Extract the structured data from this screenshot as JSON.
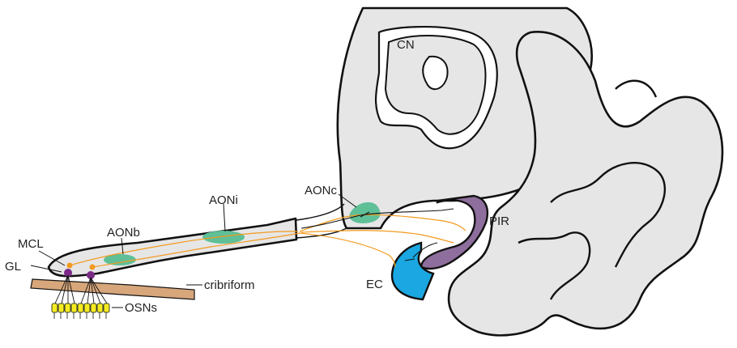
{
  "labels": {
    "cn": "CN",
    "aonc": "AONc",
    "pir": "PIR",
    "aoni": "AONi",
    "aonb": "AONb",
    "mcl": "MCL",
    "gl": "GL",
    "cribriform": "cribriform",
    "ec": "EC",
    "osns": "OSNs"
  },
  "colors": {
    "tissue": "#e6e6e7",
    "aon": "#5fbf97",
    "pir": "#8e6e9c",
    "ec": "#1aa7e2",
    "cribriform": "#d7a67b",
    "osn": "#f4ec22",
    "mitral": "#7a2a86",
    "projection": "#f39a1e"
  }
}
